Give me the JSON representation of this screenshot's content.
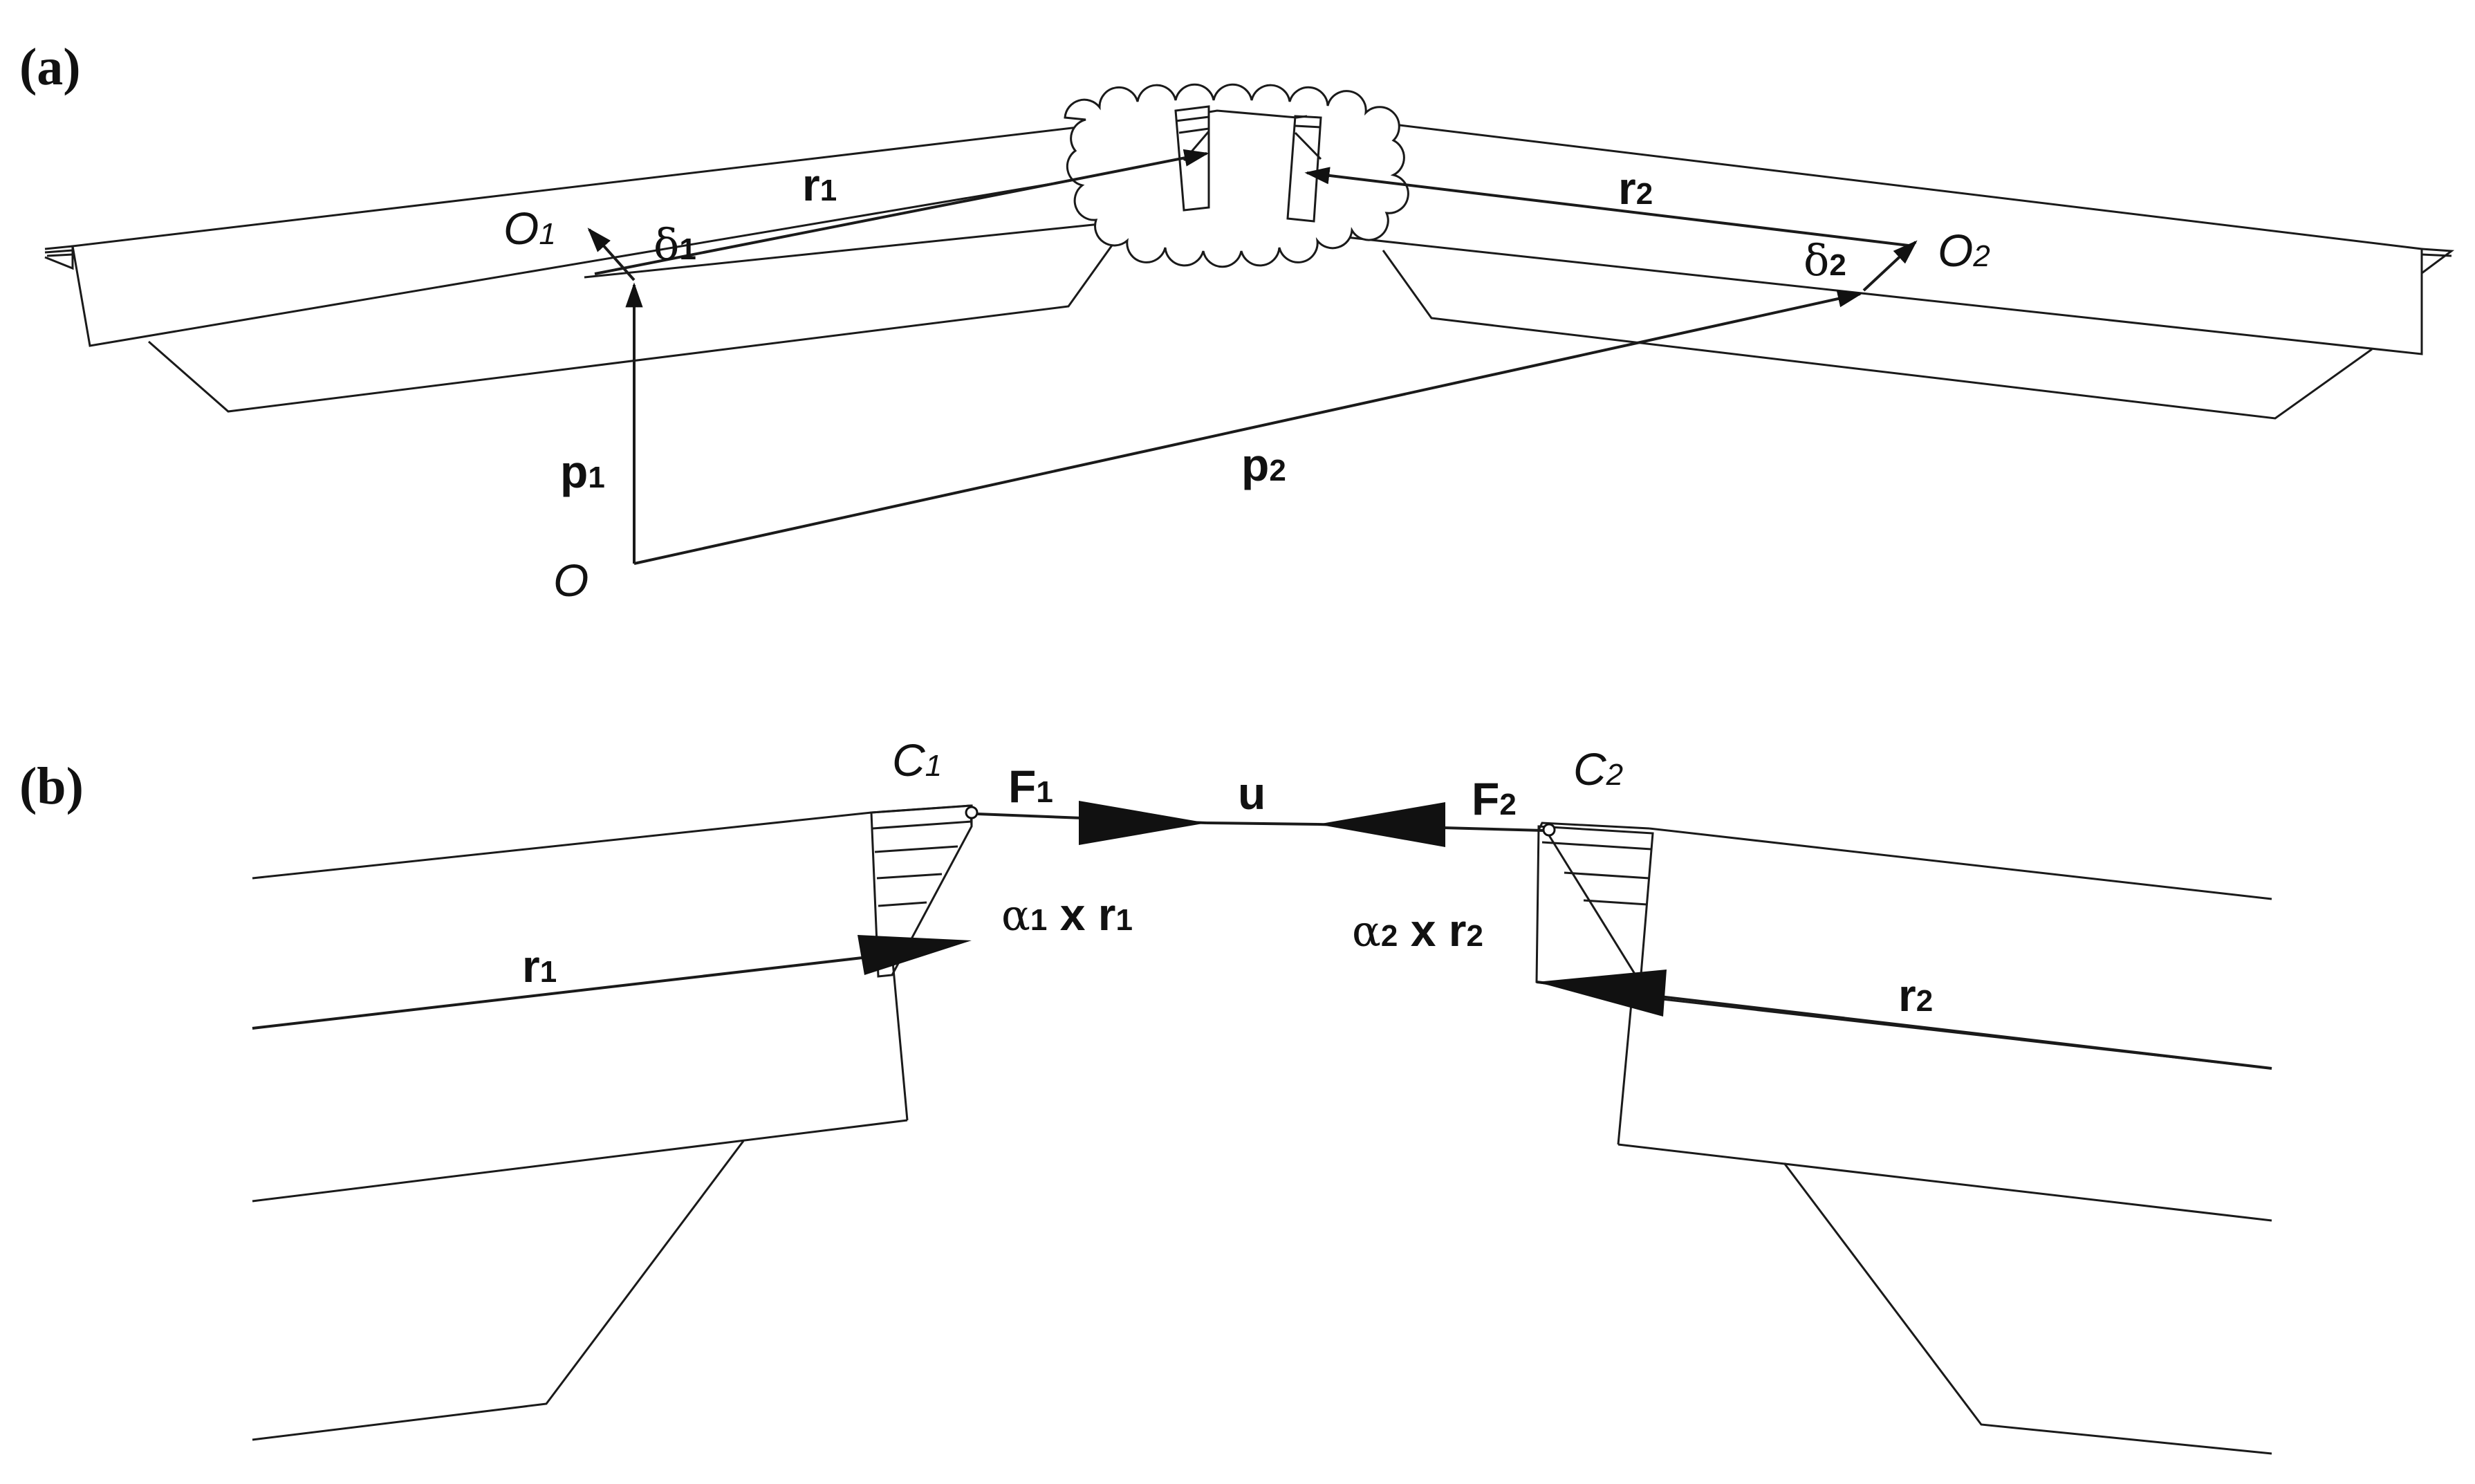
{
  "panels": {
    "a": "(a)",
    "b": "(b)"
  },
  "labels_a": {
    "o1": {
      "main": "O",
      "sub": "1"
    },
    "o2": {
      "main": "O",
      "sub": "2"
    },
    "o": "O",
    "r1": {
      "main": "r",
      "sub": "1"
    },
    "r2": {
      "main": "r",
      "sub": "2"
    },
    "d1": {
      "main": "δ",
      "sub": "1"
    },
    "d2": {
      "main": "δ",
      "sub": "2"
    },
    "p1": {
      "main": "p",
      "sub": "1"
    },
    "p2": {
      "main": "p",
      "sub": "2"
    }
  },
  "labels_b": {
    "c1": {
      "main": "C",
      "sub": "1"
    },
    "c2": {
      "main": "C",
      "sub": "2"
    },
    "f1": {
      "main": "F",
      "sub": "1"
    },
    "f2": {
      "main": "F",
      "sub": "2"
    },
    "u": "u",
    "r1": {
      "main": "r",
      "sub": "1"
    },
    "r2": {
      "main": "r",
      "sub": "2"
    },
    "a1": {
      "alpha": "α",
      "sub": "1",
      "x": " x ",
      "r": "r",
      "rsub": "1"
    },
    "a2": {
      "alpha": "α",
      "sub": "2",
      "x": " x ",
      "r": "r",
      "rsub": "2"
    }
  }
}
